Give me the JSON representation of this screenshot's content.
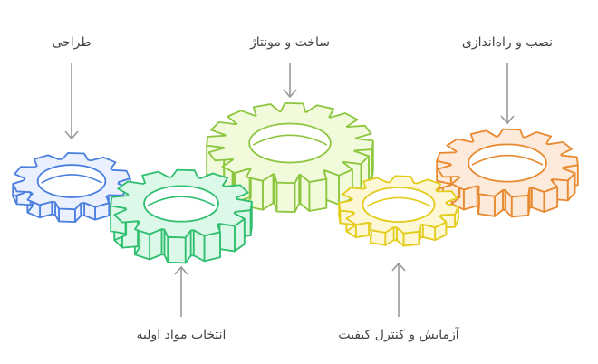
{
  "diagram": {
    "type": "process-gears",
    "direction": "rtl",
    "steps": [
      {
        "id": "design",
        "label": "طراحی",
        "color": "#4a7fe0",
        "fill": "#eaf0fd",
        "position": "top"
      },
      {
        "id": "materials",
        "label": "انتخاب مواد اولیه",
        "color": "#2fbf6f",
        "fill": "#dcf8e8",
        "position": "bottom"
      },
      {
        "id": "assembly",
        "label": "ساخت و مونتاژ",
        "color": "#8cc63f",
        "fill": "#f1fbdc",
        "position": "top"
      },
      {
        "id": "testing",
        "label": "آزمایش و کنترل کیفیت",
        "color": "#e3cc1a",
        "fill": "#fdf7d6",
        "position": "bottom"
      },
      {
        "id": "installation",
        "label": "نصب و راه‌اندازی",
        "color": "#e8892f",
        "fill": "#fdeadb",
        "position": "top"
      }
    ],
    "arrow_color": "#999999",
    "text_color": "#444444"
  }
}
